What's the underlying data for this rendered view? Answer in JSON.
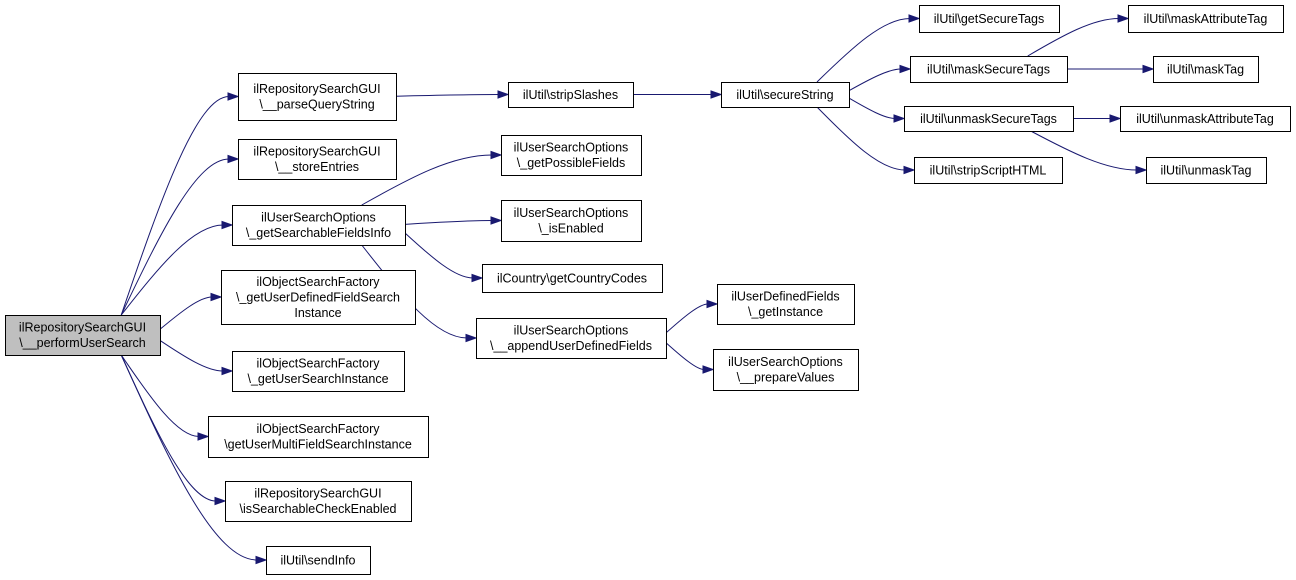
{
  "diagram": {
    "type": "call-graph",
    "colors": {
      "edge": "#191970",
      "root_fill": "#bfbfbf",
      "node_fill": "#ffffff",
      "border": "#000000"
    },
    "nodes": [
      {
        "id": "performUserSearch",
        "lines": [
          "ilRepositorySearchGUI",
          "\\__performUserSearch"
        ],
        "root": true
      },
      {
        "id": "parseQueryString",
        "lines": [
          "ilRepositorySearchGUI",
          "\\__parseQueryString"
        ]
      },
      {
        "id": "storeEntries",
        "lines": [
          "ilRepositorySearchGUI",
          "\\__storeEntries"
        ]
      },
      {
        "id": "getSearchableFieldsInfo",
        "lines": [
          "ilUserSearchOptions",
          "\\_getSearchableFieldsInfo"
        ]
      },
      {
        "id": "getUserDefinedFieldSearchInstance",
        "lines": [
          "ilObjectSearchFactory",
          "\\_getUserDefinedFieldSearch",
          "Instance"
        ]
      },
      {
        "id": "getUserSearchInstance",
        "lines": [
          "ilObjectSearchFactory",
          "\\_getUserSearchInstance"
        ]
      },
      {
        "id": "getUserMultiFieldSearchInstance",
        "lines": [
          "ilObjectSearchFactory",
          "\\getUserMultiFieldSearchInstance"
        ]
      },
      {
        "id": "isSearchableCheckEnabled",
        "lines": [
          "ilRepositorySearchGUI",
          "\\isSearchableCheckEnabled"
        ]
      },
      {
        "id": "sendInfo",
        "lines": [
          "ilUtil\\sendInfo"
        ]
      },
      {
        "id": "stripSlashes",
        "lines": [
          "ilUtil\\stripSlashes"
        ]
      },
      {
        "id": "getPossibleFields",
        "lines": [
          "ilUserSearchOptions",
          "\\_getPossibleFields"
        ]
      },
      {
        "id": "isEnabled",
        "lines": [
          "ilUserSearchOptions",
          "\\_isEnabled"
        ]
      },
      {
        "id": "getCountryCodes",
        "lines": [
          "ilCountry\\getCountryCodes"
        ]
      },
      {
        "id": "appendUserDefinedFields",
        "lines": [
          "ilUserSearchOptions",
          "\\__appendUserDefinedFields"
        ]
      },
      {
        "id": "secureString",
        "lines": [
          "ilUtil\\secureString"
        ]
      },
      {
        "id": "getInstance",
        "lines": [
          "ilUserDefinedFields",
          "\\_getInstance"
        ]
      },
      {
        "id": "prepareValues",
        "lines": [
          "ilUserSearchOptions",
          "\\__prepareValues"
        ]
      },
      {
        "id": "getSecureTags",
        "lines": [
          "ilUtil\\getSecureTags"
        ]
      },
      {
        "id": "maskSecureTags",
        "lines": [
          "ilUtil\\maskSecureTags"
        ]
      },
      {
        "id": "unmaskSecureTags",
        "lines": [
          "ilUtil\\unmaskSecureTags"
        ]
      },
      {
        "id": "stripScriptHTML",
        "lines": [
          "ilUtil\\stripScriptHTML"
        ]
      },
      {
        "id": "maskAttributeTag",
        "lines": [
          "ilUtil\\maskAttributeTag"
        ]
      },
      {
        "id": "maskTag",
        "lines": [
          "ilUtil\\maskTag"
        ]
      },
      {
        "id": "unmaskAttributeTag",
        "lines": [
          "ilUtil\\unmaskAttributeTag"
        ]
      },
      {
        "id": "unmaskTag",
        "lines": [
          "ilUtil\\unmaskTag"
        ]
      }
    ],
    "edges": [
      {
        "from": "performUserSearch",
        "to": "parseQueryString"
      },
      {
        "from": "performUserSearch",
        "to": "storeEntries"
      },
      {
        "from": "performUserSearch",
        "to": "getSearchableFieldsInfo"
      },
      {
        "from": "performUserSearch",
        "to": "getUserDefinedFieldSearchInstance"
      },
      {
        "from": "performUserSearch",
        "to": "getUserSearchInstance"
      },
      {
        "from": "performUserSearch",
        "to": "getUserMultiFieldSearchInstance"
      },
      {
        "from": "performUserSearch",
        "to": "isSearchableCheckEnabled"
      },
      {
        "from": "performUserSearch",
        "to": "sendInfo"
      },
      {
        "from": "parseQueryString",
        "to": "stripSlashes"
      },
      {
        "from": "stripSlashes",
        "to": "secureString"
      },
      {
        "from": "secureString",
        "to": "getSecureTags"
      },
      {
        "from": "secureString",
        "to": "maskSecureTags"
      },
      {
        "from": "secureString",
        "to": "unmaskSecureTags"
      },
      {
        "from": "secureString",
        "to": "stripScriptHTML"
      },
      {
        "from": "maskSecureTags",
        "to": "maskAttributeTag"
      },
      {
        "from": "maskSecureTags",
        "to": "maskTag"
      },
      {
        "from": "unmaskSecureTags",
        "to": "unmaskAttributeTag"
      },
      {
        "from": "unmaskSecureTags",
        "to": "unmaskTag"
      },
      {
        "from": "getSearchableFieldsInfo",
        "to": "getPossibleFields"
      },
      {
        "from": "getSearchableFieldsInfo",
        "to": "isEnabled"
      },
      {
        "from": "getSearchableFieldsInfo",
        "to": "getCountryCodes"
      },
      {
        "from": "getSearchableFieldsInfo",
        "to": "appendUserDefinedFields"
      },
      {
        "from": "appendUserDefinedFields",
        "to": "getInstance"
      },
      {
        "from": "appendUserDefinedFields",
        "to": "prepareValues"
      }
    ]
  }
}
